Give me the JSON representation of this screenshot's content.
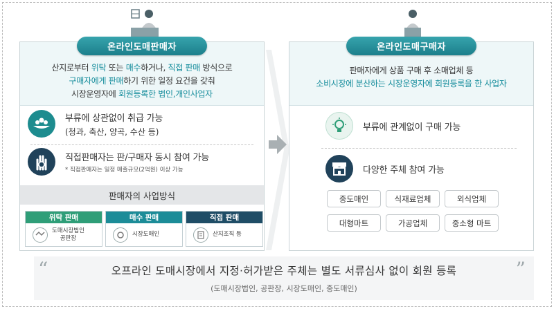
{
  "left": {
    "title": "온라인도매판매자",
    "intro": {
      "l1_a": "산지로부터 ",
      "l1_b": "위탁",
      "l1_c": " 또는 ",
      "l1_d": "매수",
      "l1_e": "하거나, ",
      "l1_f": "직접 판매",
      "l1_g": " 방식으로",
      "l2_a": "구매자에게 판매",
      "l2_b": "하기 위한 일정 요건을 갖춰",
      "l3_a": "시장운영자에 ",
      "l3_b": "회원등록한 법인,개인사업자"
    },
    "feature1": {
      "main": "부류에 상관없이 취급 가능",
      "sub": "(청과, 축산, 양곡, 수산 등)"
    },
    "feature2": {
      "main": "직접판매자는 판/구매자 동시 참여 가능",
      "note": "* 직접판매자는 일정 매출규모(2억원) 이상 가능"
    },
    "method_title": "판매자의 사업방식",
    "methods": [
      {
        "head": "위탁 판매",
        "label": "도매시장법인\n공판장",
        "color": "#2f9e78"
      },
      {
        "head": "매수 판매",
        "label": "시장도매인",
        "color": "#1c8c98"
      },
      {
        "head": "직접 판매",
        "label": "산지조직 등",
        "color": "#1f4d66"
      }
    ]
  },
  "right": {
    "title": "온라인도매구매자",
    "intro": {
      "l1": "판매자에게 상품 구매 후 소매업체 등",
      "l2": "소비시장에 분산하는 시장운영자에 회원등록을 한 사업자"
    },
    "feature1": {
      "main": "부류에 관계없이 구매 가능"
    },
    "feature2": {
      "main": "다양한 주체 참여 가능"
    },
    "tags": [
      "중도매인",
      "식재료업체",
      "외식업체",
      "대형마트",
      "가공업체",
      "중소형 마트"
    ]
  },
  "bottom": {
    "open_quote": "“",
    "close_quote": "”",
    "main": "오프라인 도매시장에서 지정·허가받은 주체는 별도 서류심사 없이 회원 등록",
    "sub": "(도매시장법인, 공판장, 시장도매인, 중도매인)"
  },
  "colors": {
    "accent": "#1c8c98",
    "navy": "#20425a",
    "green": "#2f9e78"
  }
}
